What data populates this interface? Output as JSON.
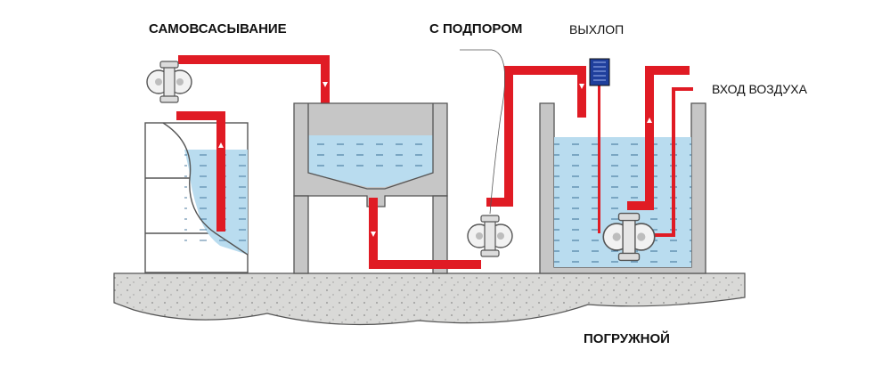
{
  "labels": {
    "self_priming": "САМОВСАСЫВАНИЕ",
    "flooded_suction": "С ПОДПОРОМ",
    "exhaust": "ВЫХЛОП",
    "air_inlet": "ВХОД ВОЗДУХА",
    "submerged": "ПОГРУЖНОЙ"
  },
  "colors": {
    "pipe": "#e01b24",
    "water": "#b9dcef",
    "tank_wall": "#c6c6c6",
    "ground": "#d8d8d6",
    "outline": "#555555",
    "muffler": "#1f3f9c"
  },
  "icons": {
    "pump": "diaphragm-pump-icon",
    "muffler": "muffler-icon",
    "flow_arrow": "arrow-icon"
  }
}
